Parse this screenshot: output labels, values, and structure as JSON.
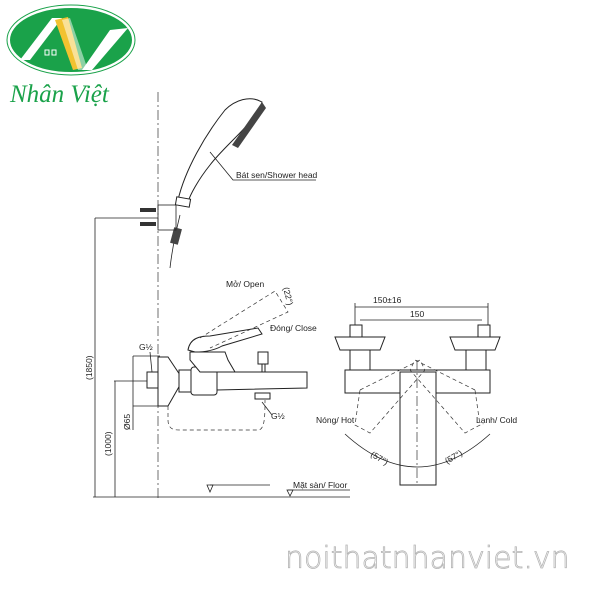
{
  "logo": {
    "brand_name": "Nhân Việt",
    "colors": {
      "green": "#1aa24a",
      "yellow": "#f2c230"
    }
  },
  "labels": {
    "shower_head": "Bát sen/Shower head",
    "open": "Mở/ Open",
    "open_angle": "(22°)",
    "close": "Đóng/ Close",
    "inlet_top": "G½",
    "outlet_bottom": "G½",
    "height_total": "(1850)",
    "height_valve": "(1000)",
    "flange_diameter": "Ø65",
    "floor": "Mặt sàn/ Floor",
    "center_distance_range": "150±16",
    "center_distance": "150",
    "hot": "Nóng/ Hot",
    "cold": "Lạnh/ Cold",
    "angle_hot": "(57°)",
    "angle_cold": "(57°)"
  },
  "watermark": "noithatnhanviet.vn"
}
